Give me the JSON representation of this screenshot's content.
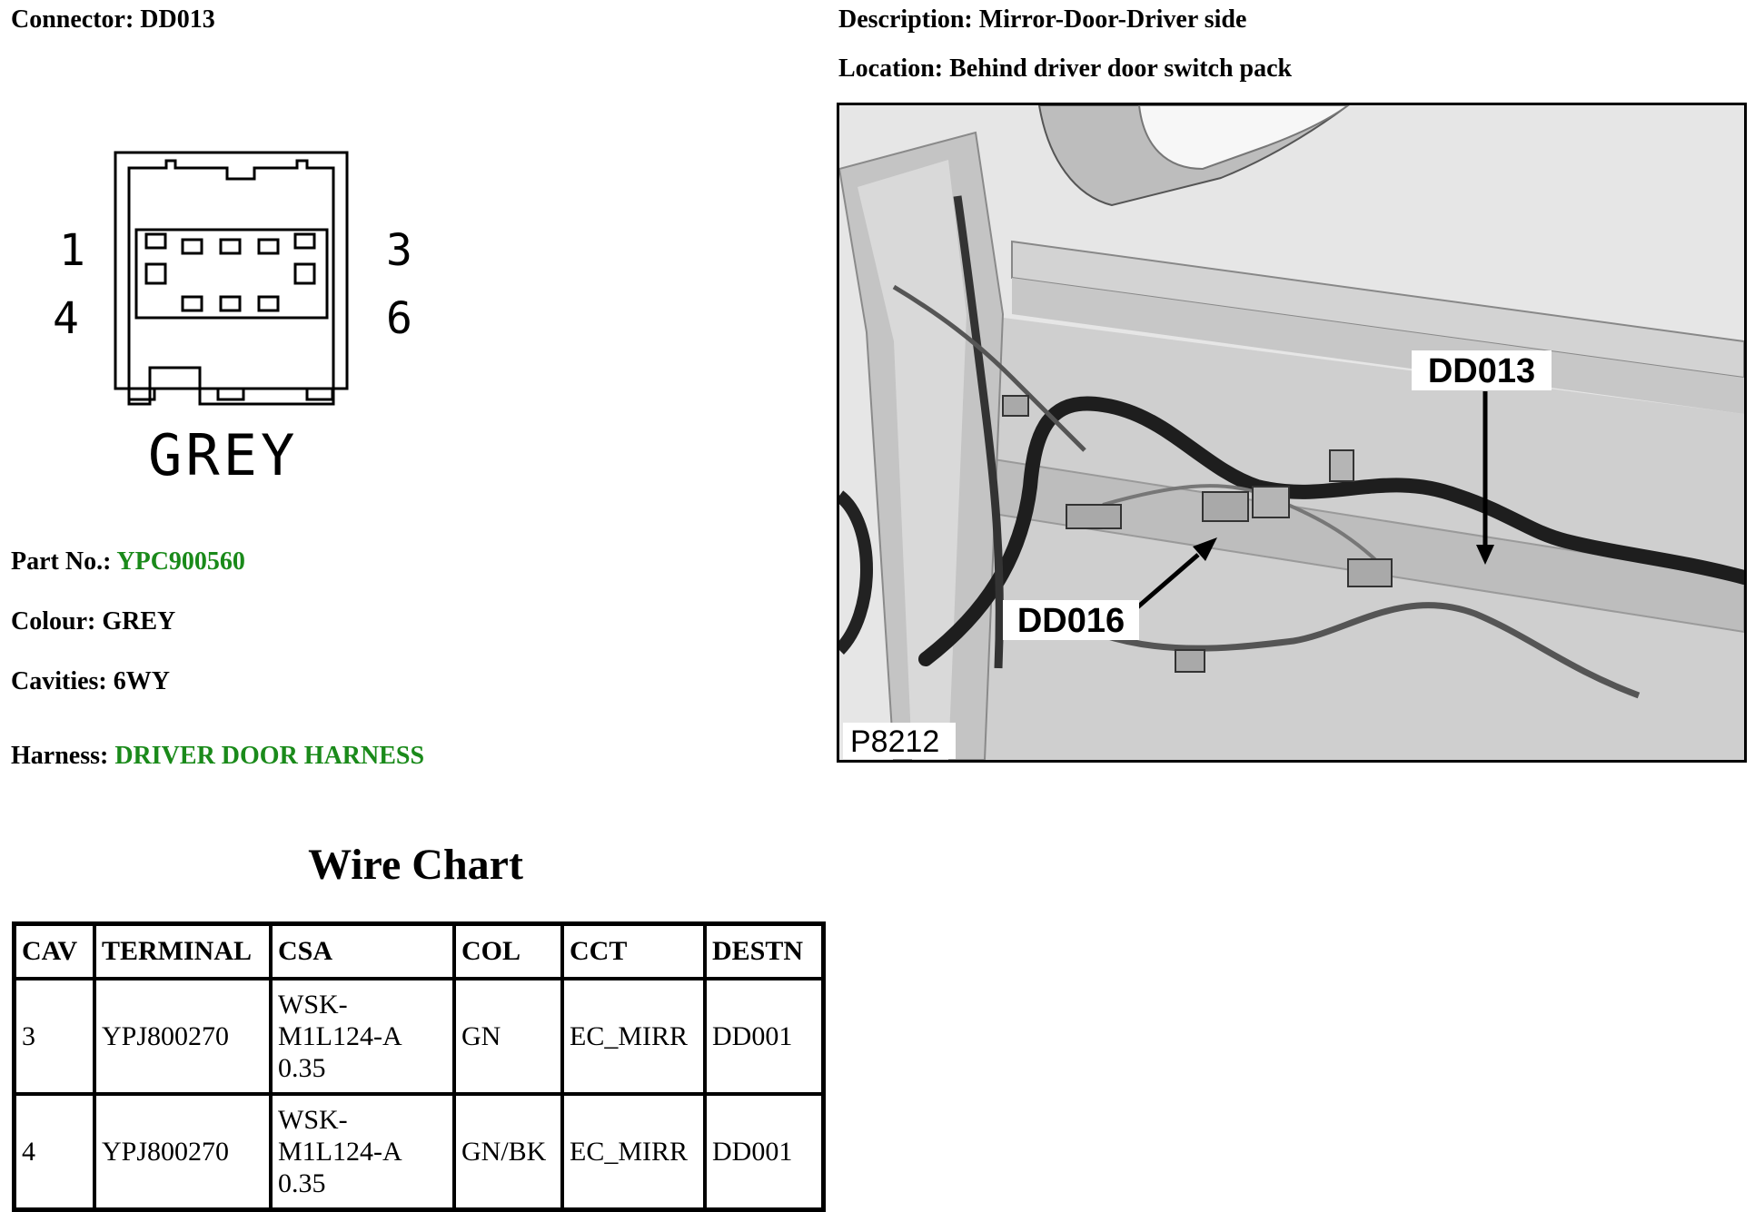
{
  "connector": {
    "label": "Connector:",
    "value": "DD013"
  },
  "description": {
    "label": "Description:",
    "value": "Mirror-Door-Driver side"
  },
  "location": {
    "label": "Location:",
    "value": "Behind driver door switch pack"
  },
  "diagram": {
    "pin_top_left": "1",
    "pin_top_right": "3",
    "pin_bottom_left": "4",
    "pin_bottom_right": "6",
    "colour_caption": "GREY"
  },
  "photo": {
    "callout_dd013": "DD013",
    "callout_dd016": "DD016",
    "figure_id": "P8212"
  },
  "details": {
    "part_no_label": "Part No.:",
    "part_no": "YPC900560",
    "colour_label": "Colour:",
    "colour": "GREY",
    "cavities_label": "Cavities:",
    "cavities": "6WY",
    "harness_label": "Harness:",
    "harness": "DRIVER DOOR HARNESS"
  },
  "wire_chart": {
    "title": "Wire Chart",
    "headers": [
      "CAV",
      "TERMINAL",
      "CSA",
      "COL",
      "CCT",
      "DESTN"
    ],
    "rows": [
      [
        "3",
        "YPJ800270",
        "WSK-M1L124-A 0.35",
        "GN",
        "EC_MIRR",
        "DD001"
      ],
      [
        "4",
        "YPJ800270",
        "WSK-M1L124-A 0.35",
        "GN/BK",
        "EC_MIRR",
        "DD001"
      ]
    ]
  },
  "colors": {
    "link_green": "#1a8a1a"
  }
}
